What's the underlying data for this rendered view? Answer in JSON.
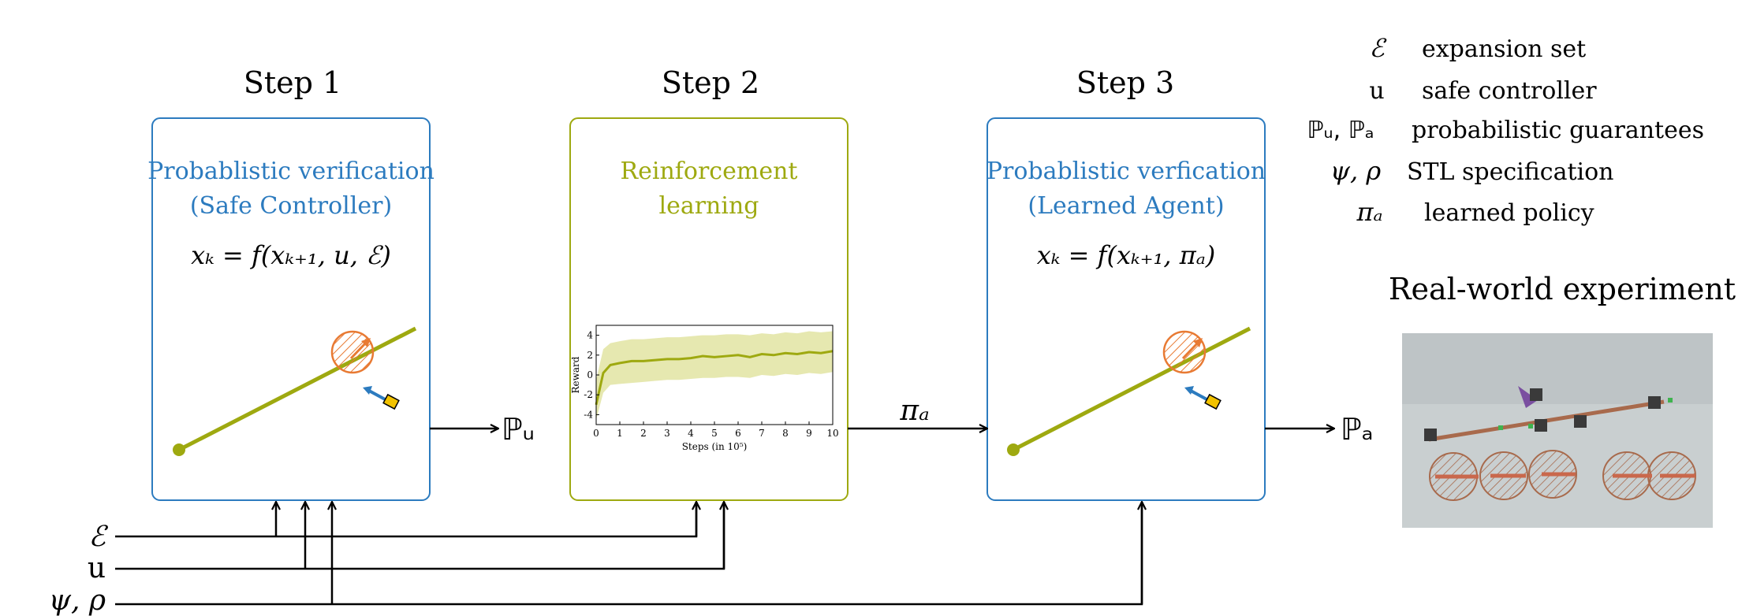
{
  "steps": [
    {
      "heading": "Step 1",
      "title_line1": "Probablistic verification",
      "title_line2": "(Safe Controller)",
      "equation": "xₖ = f(xₖ₊₁, u, ℰ)",
      "output": "ℙᵤ"
    },
    {
      "heading": "Step 2",
      "title_line1": "Reinforcement",
      "title_line2": "learning",
      "output": "πₐ"
    },
    {
      "heading": "Step 3",
      "title_line1": "Probablistic verfication",
      "title_line2": "(Learned Agent)",
      "equation": "xₖ = f(xₖ₊₁, πₐ)",
      "output": "ℙₐ"
    }
  ],
  "inputs": [
    {
      "symbol": "ℰ"
    },
    {
      "symbol": "u"
    },
    {
      "symbol": "ψ, ρ"
    }
  ],
  "legend": [
    {
      "symbol": "ℰ",
      "text": "expansion set"
    },
    {
      "symbol": "u",
      "text": "safe controller"
    },
    {
      "symbol": "ℙᵤ, ℙₐ",
      "text": "probabilistic guarantees"
    },
    {
      "symbol": "ψ, ρ",
      "text": "STL specification"
    },
    {
      "symbol": "πₐ",
      "text": "learned policy"
    }
  ],
  "experiment": {
    "title": "Real-world experiment"
  },
  "colors": {
    "blue": "#2c7bbf",
    "olive": "#9ea910",
    "orange": "#e87a33",
    "black": "#000000",
    "photo_bg": "#c9cfd0"
  },
  "chart_data": {
    "type": "line",
    "xlabel": "Steps (in 10⁵)",
    "ylabel": "Reward",
    "xlim": [
      0,
      10
    ],
    "ylim": [
      -5,
      5
    ],
    "xticks": [
      "0",
      "1",
      "2",
      "3",
      "4",
      "5",
      "6",
      "7",
      "8",
      "9",
      "10"
    ],
    "yticks": [
      "4",
      "2",
      "0",
      "-2",
      "-4"
    ],
    "series": [
      {
        "x": [
          0,
          0.3,
          0.6,
          1,
          1.5,
          2,
          2.5,
          3,
          3.5,
          4,
          4.5,
          5,
          5.5,
          6,
          6.5,
          7,
          7.5,
          8,
          8.5,
          9,
          9.5,
          10
        ],
        "mean": [
          -3,
          0.2,
          1.0,
          1.2,
          1.4,
          1.4,
          1.5,
          1.6,
          1.6,
          1.7,
          1.9,
          1.8,
          1.9,
          2.0,
          1.8,
          2.1,
          2.0,
          2.2,
          2.1,
          2.3,
          2.2,
          2.4
        ],
        "upper": [
          -0.5,
          2.6,
          3.2,
          3.4,
          3.6,
          3.6,
          3.7,
          3.8,
          3.8,
          3.9,
          4.0,
          4.0,
          4.1,
          4.1,
          4.0,
          4.2,
          4.1,
          4.3,
          4.2,
          4.4,
          4.3,
          4.4
        ],
        "lower": [
          -4.5,
          -1.8,
          -1.0,
          -0.9,
          -0.8,
          -0.7,
          -0.6,
          -0.5,
          -0.5,
          -0.4,
          -0.3,
          -0.3,
          -0.2,
          -0.2,
          -0.3,
          0,
          -0.1,
          0.1,
          0,
          0.2,
          0.1,
          0.3
        ]
      }
    ]
  }
}
